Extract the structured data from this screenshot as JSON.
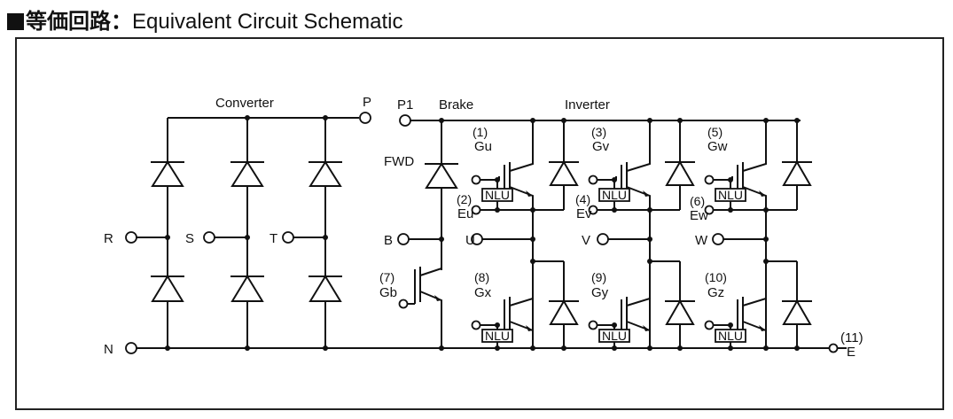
{
  "title": {
    "japanese": "等価回路",
    "separator": "：",
    "english": "Equivalent Circuit Schematic"
  },
  "sections": {
    "converter": "Converter",
    "brake": "Brake",
    "inverter": "Inverter"
  },
  "terminals": {
    "P": "P",
    "P1": "P1",
    "N": "N",
    "R": "R",
    "S": "S",
    "T": "T",
    "B": "B",
    "U": "U",
    "V": "V",
    "W": "W",
    "E_num": "(11)",
    "E": "E"
  },
  "labels": {
    "fwd": "FWD",
    "nlu": "NLU"
  },
  "gates": [
    {
      "num": "(1)",
      "name": "Gu"
    },
    {
      "num": "(2)",
      "name": "Eu"
    },
    {
      "num": "(3)",
      "name": "Gv"
    },
    {
      "num": "(4)",
      "name": "Ev"
    },
    {
      "num": "(5)",
      "name": "Gw"
    },
    {
      "num": "(6)",
      "name": "Ew"
    },
    {
      "num": "(7)",
      "name": "Gb"
    },
    {
      "num": "(8)",
      "name": "Gx"
    },
    {
      "num": "(9)",
      "name": "Gy"
    },
    {
      "num": "(10)",
      "name": "Gz"
    }
  ]
}
